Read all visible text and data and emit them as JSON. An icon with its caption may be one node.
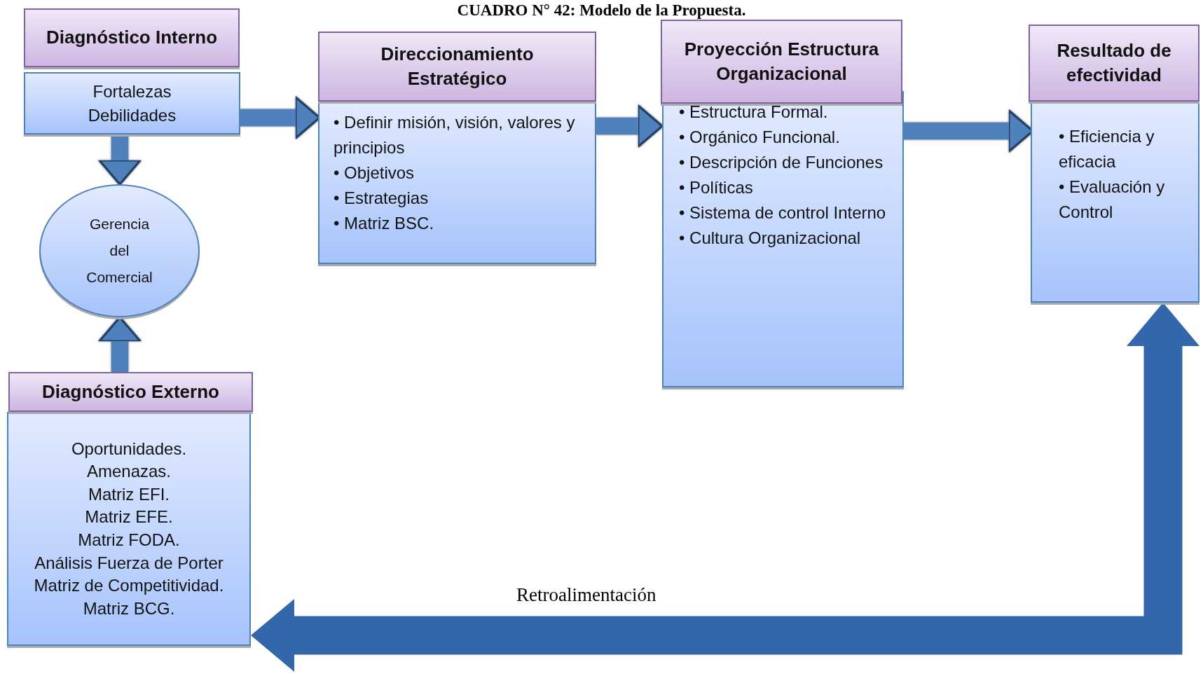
{
  "diagram": {
    "title": "CUADRO N° 42: Modelo de la Propuesta.",
    "nodes": [
      {
        "text": [
          "Diagnóstico Interno"
        ]
      },
      {
        "text": [
          "Fortalezas",
          "Debilidades"
        ]
      },
      {
        "text": [
          "Gerencia del Comercial"
        ]
      },
      {
        "text": [
          "Diagnóstico Externo"
        ]
      },
      {
        "text": [
          "Oportunidades.",
          "Amenazas.",
          "Matriz EFI.",
          "Matriz EFE.",
          "Matriz FODA.",
          "Análisis Fuerza de Porter",
          "Matriz de Competitividad.",
          "Matriz BCG."
        ]
      },
      {
        "text": [
          "Direccionamiento Estratégico"
        ]
      },
      {
        "text": [
          "• Definir misión, visión, valores y principios",
          "• Objetivos",
          "• Estrategias",
          "• Matriz BSC."
        ]
      },
      {
        "text": [
          "Proyección Estructura Organizacional"
        ]
      },
      {
        "text": [
          "• Estructura Formal.",
          "• Orgánico Funcional.",
          "• Descripción de Funciones",
          "• Políticas",
          "• Sistema de control Interno",
          "• Cultura Organizacional"
        ]
      },
      {
        "text": [
          "Resultado de efectividad"
        ]
      },
      {
        "text": [
          "• Eficiencia y eficacia",
          "• Evaluación y Control"
        ]
      }
    ],
    "edges": [
      {
        "from": 1,
        "to": 2,
        "arrow": "to"
      },
      {
        "from": 3,
        "to": 2,
        "arrow": "to"
      },
      {
        "from": 1,
        "to": 6,
        "arrow": "to"
      },
      {
        "from": 6,
        "to": 8,
        "arrow": "to"
      },
      {
        "from": 8,
        "to": 10,
        "arrow": "to"
      },
      {
        "from": 4,
        "to": 10,
        "arrow": "both",
        "label": "Retroalimentación",
        "style": "thick",
        "color": "#3366aa"
      }
    ]
  }
}
